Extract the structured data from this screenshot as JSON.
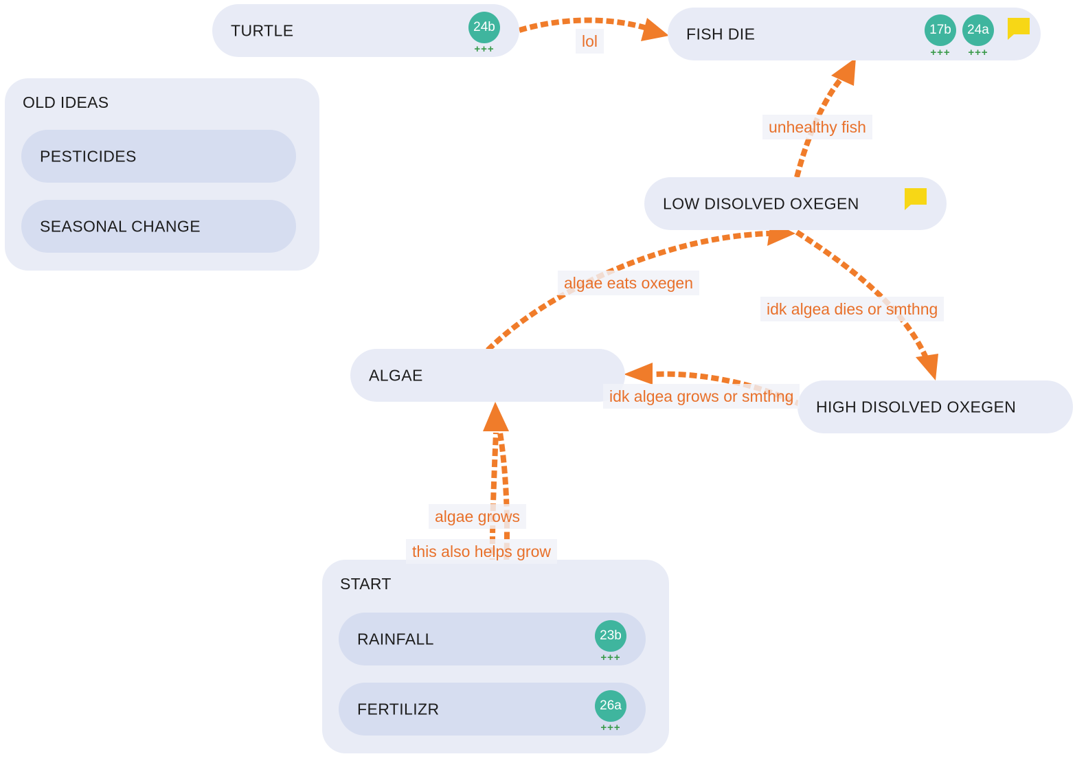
{
  "groups": {
    "old_ideas": {
      "title": "OLD IDEAS",
      "items": [
        "PESTICIDES",
        "SEASONAL CHANGE"
      ]
    },
    "start": {
      "title": "START",
      "items": [
        "RAINFALL",
        "FERTILIZR"
      ]
    }
  },
  "nodes": {
    "turtle": {
      "label": "TURTLE"
    },
    "fish_die": {
      "label": "FISH DIE"
    },
    "low_oxygen": {
      "label": "LOW DISOLVED OXEGEN"
    },
    "algae": {
      "label": "ALGAE"
    },
    "high_oxygen": {
      "label": "HIGH DISOLVED OXEGEN"
    }
  },
  "badges": {
    "turtle": "24b",
    "fish_die_1": "17b",
    "fish_die_2": "24a",
    "rainfall": "23b",
    "fertilizr": "26a",
    "plus": "+++"
  },
  "edges": {
    "turtle_fish": "lol",
    "low_fish": "unhealthy fish",
    "algae_low": "algae eats oxegen",
    "low_high": "idk algea dies or smthng",
    "high_algae": "idk algea grows or smthng",
    "rain_algae": "algae grows",
    "fert_algae": "this also helps grow"
  },
  "colors": {
    "edge": "#f07c2a",
    "edge_text": "#e8702a",
    "badge": "#3fb59e",
    "comment": "#f7d716",
    "node": "#e8ebf6",
    "inner_node": "#d6ddf0"
  },
  "icons": {
    "comment": "speech-bubble-icon",
    "arrow": "arrowhead-icon"
  }
}
